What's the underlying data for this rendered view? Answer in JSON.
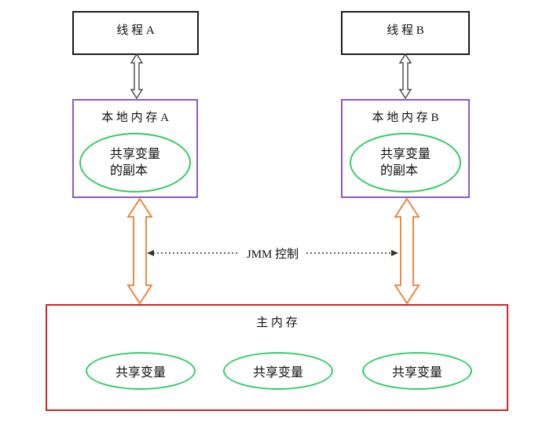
{
  "diagram": {
    "thread_a_label": "线 程 A",
    "thread_b_label": "线 程 B",
    "local_memory_a": {
      "title": "本 地 内 存 A",
      "shared_var_copy_line1": "共享变量",
      "shared_var_copy_line2": "的副本"
    },
    "local_memory_b": {
      "title": "本 地 内 存 B",
      "shared_var_copy_line1": "共享变量",
      "shared_var_copy_line2": "的副本"
    },
    "jmm_control_label": "JMM 控制",
    "main_memory": {
      "title": "主 内 存",
      "shared_vars": [
        "共享变量",
        "共享变量",
        "共享变量"
      ]
    },
    "colors": {
      "thread_border": "#1c1c1c",
      "local_memory_border": "#8f57c6",
      "main_memory_border": "#cf2525",
      "ellipse_green": "#33cc66",
      "arrow_orange": "#ed7d31",
      "arrow_gray": "#4a4a4a",
      "dotted_line": "#333333",
      "background": "#ffffff"
    }
  }
}
